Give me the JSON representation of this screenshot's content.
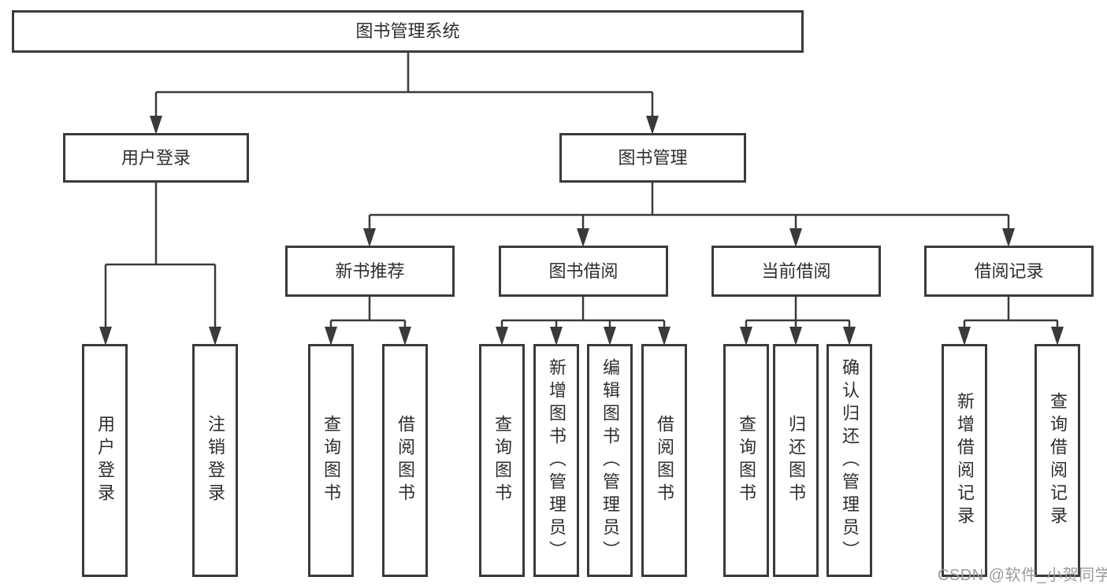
{
  "tree": {
    "root": {
      "label": "图书管理系统"
    },
    "branches": [
      {
        "label": "用户登录",
        "children": [
          {
            "label": "用户登录"
          },
          {
            "label": "注销登录"
          }
        ]
      },
      {
        "label": "图书管理",
        "sections": [
          {
            "label": "新书推荐",
            "children": [
              {
                "label": "查询图书"
              },
              {
                "label": "借阅图书"
              }
            ]
          },
          {
            "label": "图书借阅",
            "children": [
              {
                "label": "查询图书"
              },
              {
                "label": "新增图书（管理员）"
              },
              {
                "label": "编辑图书（管理员）"
              },
              {
                "label": "借阅图书"
              }
            ]
          },
          {
            "label": "当前借阅",
            "children": [
              {
                "label": "查询图书"
              },
              {
                "label": "归还图书"
              },
              {
                "label": "确认归还（管理员）"
              }
            ]
          },
          {
            "label": "借阅记录",
            "children": [
              {
                "label": "新增借阅记录"
              },
              {
                "label": "查询借阅记录"
              }
            ]
          }
        ]
      }
    ]
  },
  "watermark": {
    "text": "CSDN @软件_小贺同学"
  },
  "colors": {
    "line": "#3a3a3a",
    "text": "#2e2e2e",
    "watermark": "#9b9b9b",
    "background": "#ffffff"
  }
}
